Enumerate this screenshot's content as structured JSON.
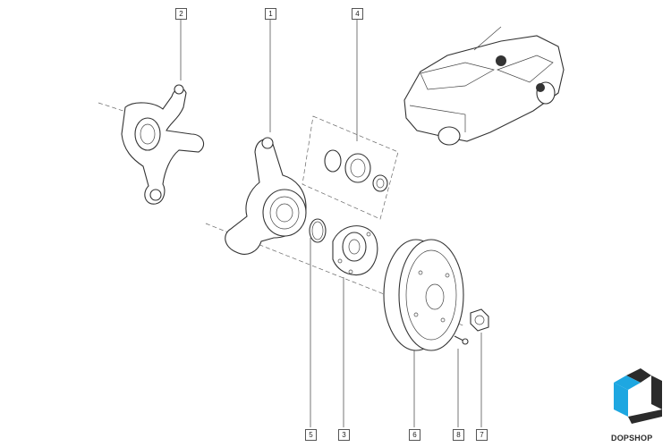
{
  "callouts": [
    {
      "id": "c2",
      "label": "2"
    },
    {
      "id": "c1",
      "label": "1"
    },
    {
      "id": "c4",
      "label": "4"
    },
    {
      "id": "c5",
      "label": "5"
    },
    {
      "id": "c3",
      "label": "3"
    },
    {
      "id": "c6",
      "label": "6"
    },
    {
      "id": "c8",
      "label": "8"
    },
    {
      "id": "c7",
      "label": "7"
    }
  ],
  "brand": {
    "part1": "DOP",
    "part2": "SHOP"
  },
  "colors": {
    "line": "#555555",
    "logo_blue": "#1ea7e1",
    "logo_dark": "#2b2b2b"
  }
}
